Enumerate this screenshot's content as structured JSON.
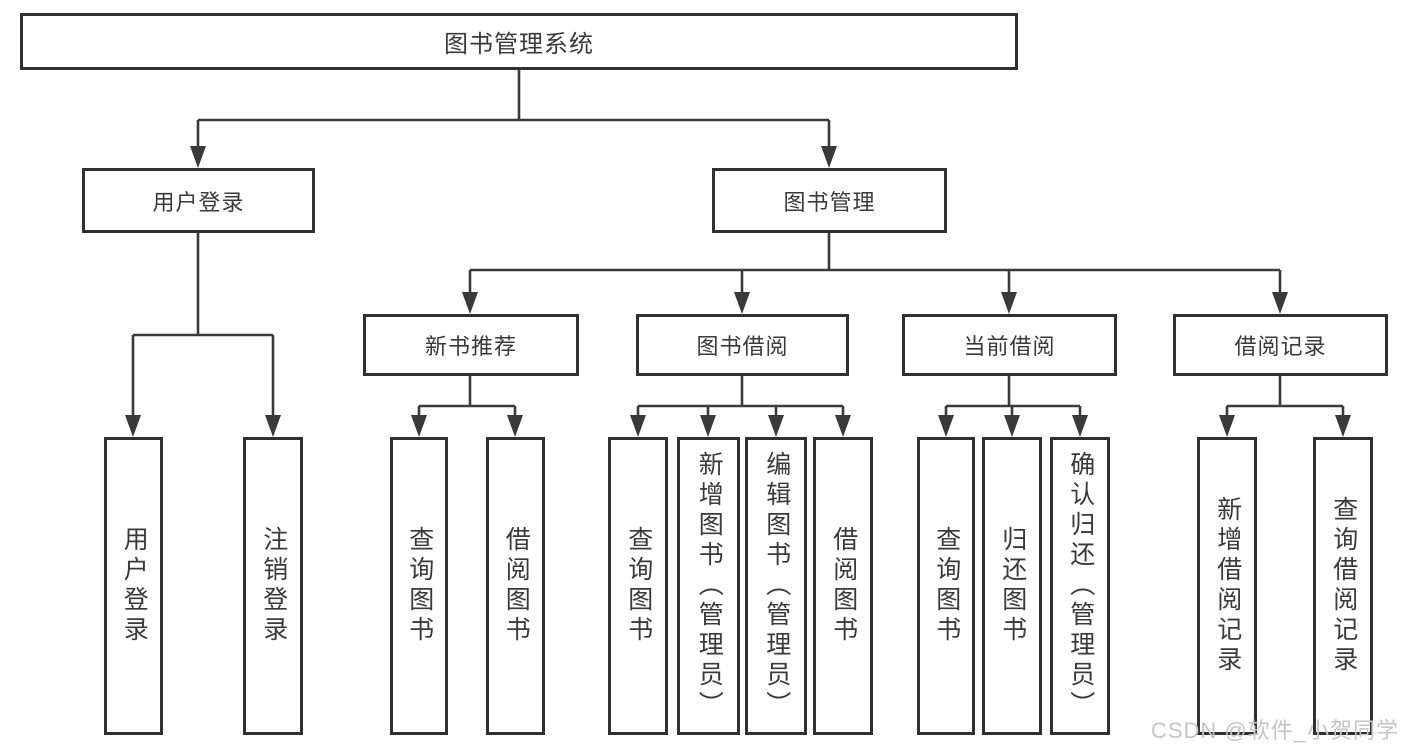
{
  "diagram_title": "图书管理系统",
  "nodes": {
    "root": "图书管理系统",
    "level2": [
      "用户登录",
      "图书管理"
    ],
    "level3": [
      "新书推荐",
      "图书借阅",
      "当前借阅",
      "借阅记录"
    ],
    "leaves": {
      "user_login": [
        "用户登录",
        "注销登录"
      ],
      "new_books": [
        "查询图书",
        "借阅图书"
      ],
      "book_borrow": [
        "查询图书",
        "新增图书（管理员）",
        "编辑图书（管理员）",
        "借阅图书"
      ],
      "current_borrow": [
        "查询图书",
        "归还图书",
        "确认归还（管理员）"
      ],
      "borrow_records": [
        "新增借阅记录",
        "查询借阅记录"
      ]
    }
  },
  "hierarchy": [
    {
      "parent": "图书管理系统",
      "children": [
        "用户登录",
        "图书管理"
      ]
    },
    {
      "parent": "用户登录",
      "children": [
        "用户登录",
        "注销登录"
      ]
    },
    {
      "parent": "图书管理",
      "children": [
        "新书推荐",
        "图书借阅",
        "当前借阅",
        "借阅记录"
      ]
    },
    {
      "parent": "新书推荐",
      "children": [
        "查询图书",
        "借阅图书"
      ]
    },
    {
      "parent": "图书借阅",
      "children": [
        "查询图书",
        "新增图书（管理员）",
        "编辑图书（管理员）",
        "借阅图书"
      ]
    },
    {
      "parent": "当前借阅",
      "children": [
        "查询图书",
        "归还图书",
        "确认归还（管理员）"
      ]
    },
    {
      "parent": "借阅记录",
      "children": [
        "新增借阅记录",
        "查询借阅记录"
      ]
    }
  ],
  "watermark": "CSDN @软件_小贺同学",
  "colors": {
    "background": "#ffffff",
    "box_border": "#303030",
    "connector_line": "#3a3a3a",
    "text": "#3a3a3a",
    "watermark_text": "#c5c5c5"
  }
}
